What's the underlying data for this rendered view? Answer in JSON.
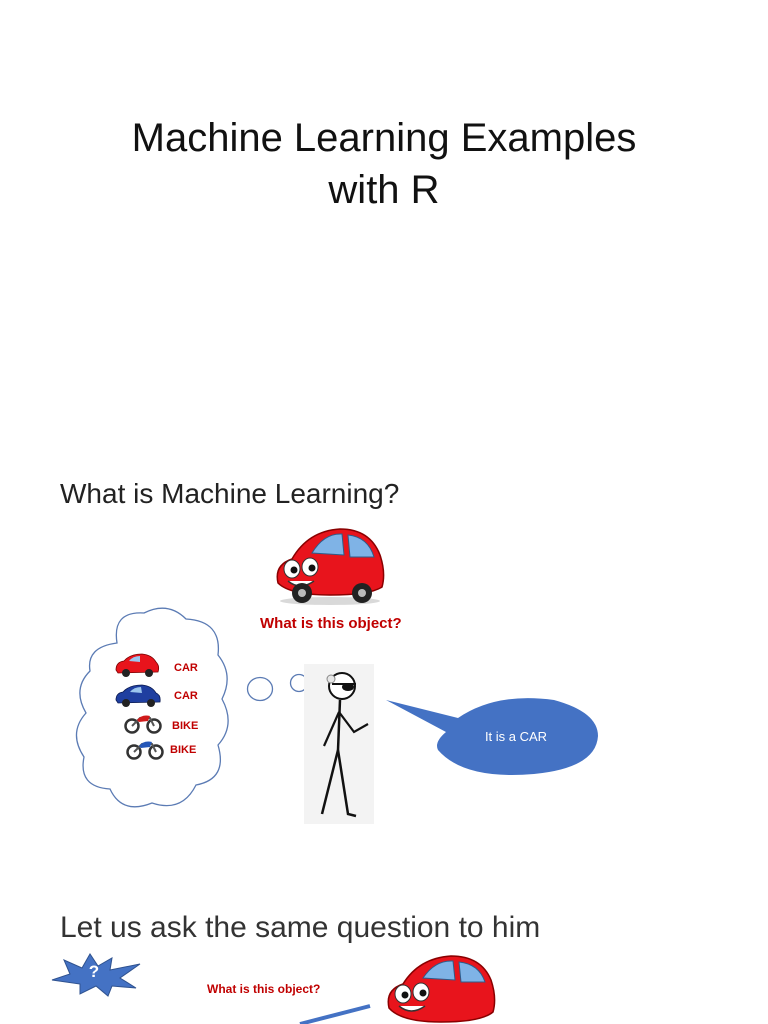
{
  "slide1": {
    "title_line1": "Machine Learning Examples",
    "title_line2": "with R"
  },
  "slide2": {
    "heading": "What is Machine Learning?",
    "question": "What is this object?",
    "thought_items": [
      {
        "label": "CAR",
        "icon": "red-car-icon"
      },
      {
        "label": "CAR",
        "icon": "blue-car-icon"
      },
      {
        "label": "BIKE",
        "icon": "red-motorbike-icon"
      },
      {
        "label": "BIKE",
        "icon": "blue-motorbike-icon"
      }
    ],
    "speech": "It is a CAR"
  },
  "slide3": {
    "heading": "Let us ask the same question to him",
    "star_label": "?",
    "question": "What is this object?"
  },
  "colors": {
    "question_red": "#c00000",
    "bubble_blue": "#4472c4",
    "car_red": "#e8141c"
  }
}
